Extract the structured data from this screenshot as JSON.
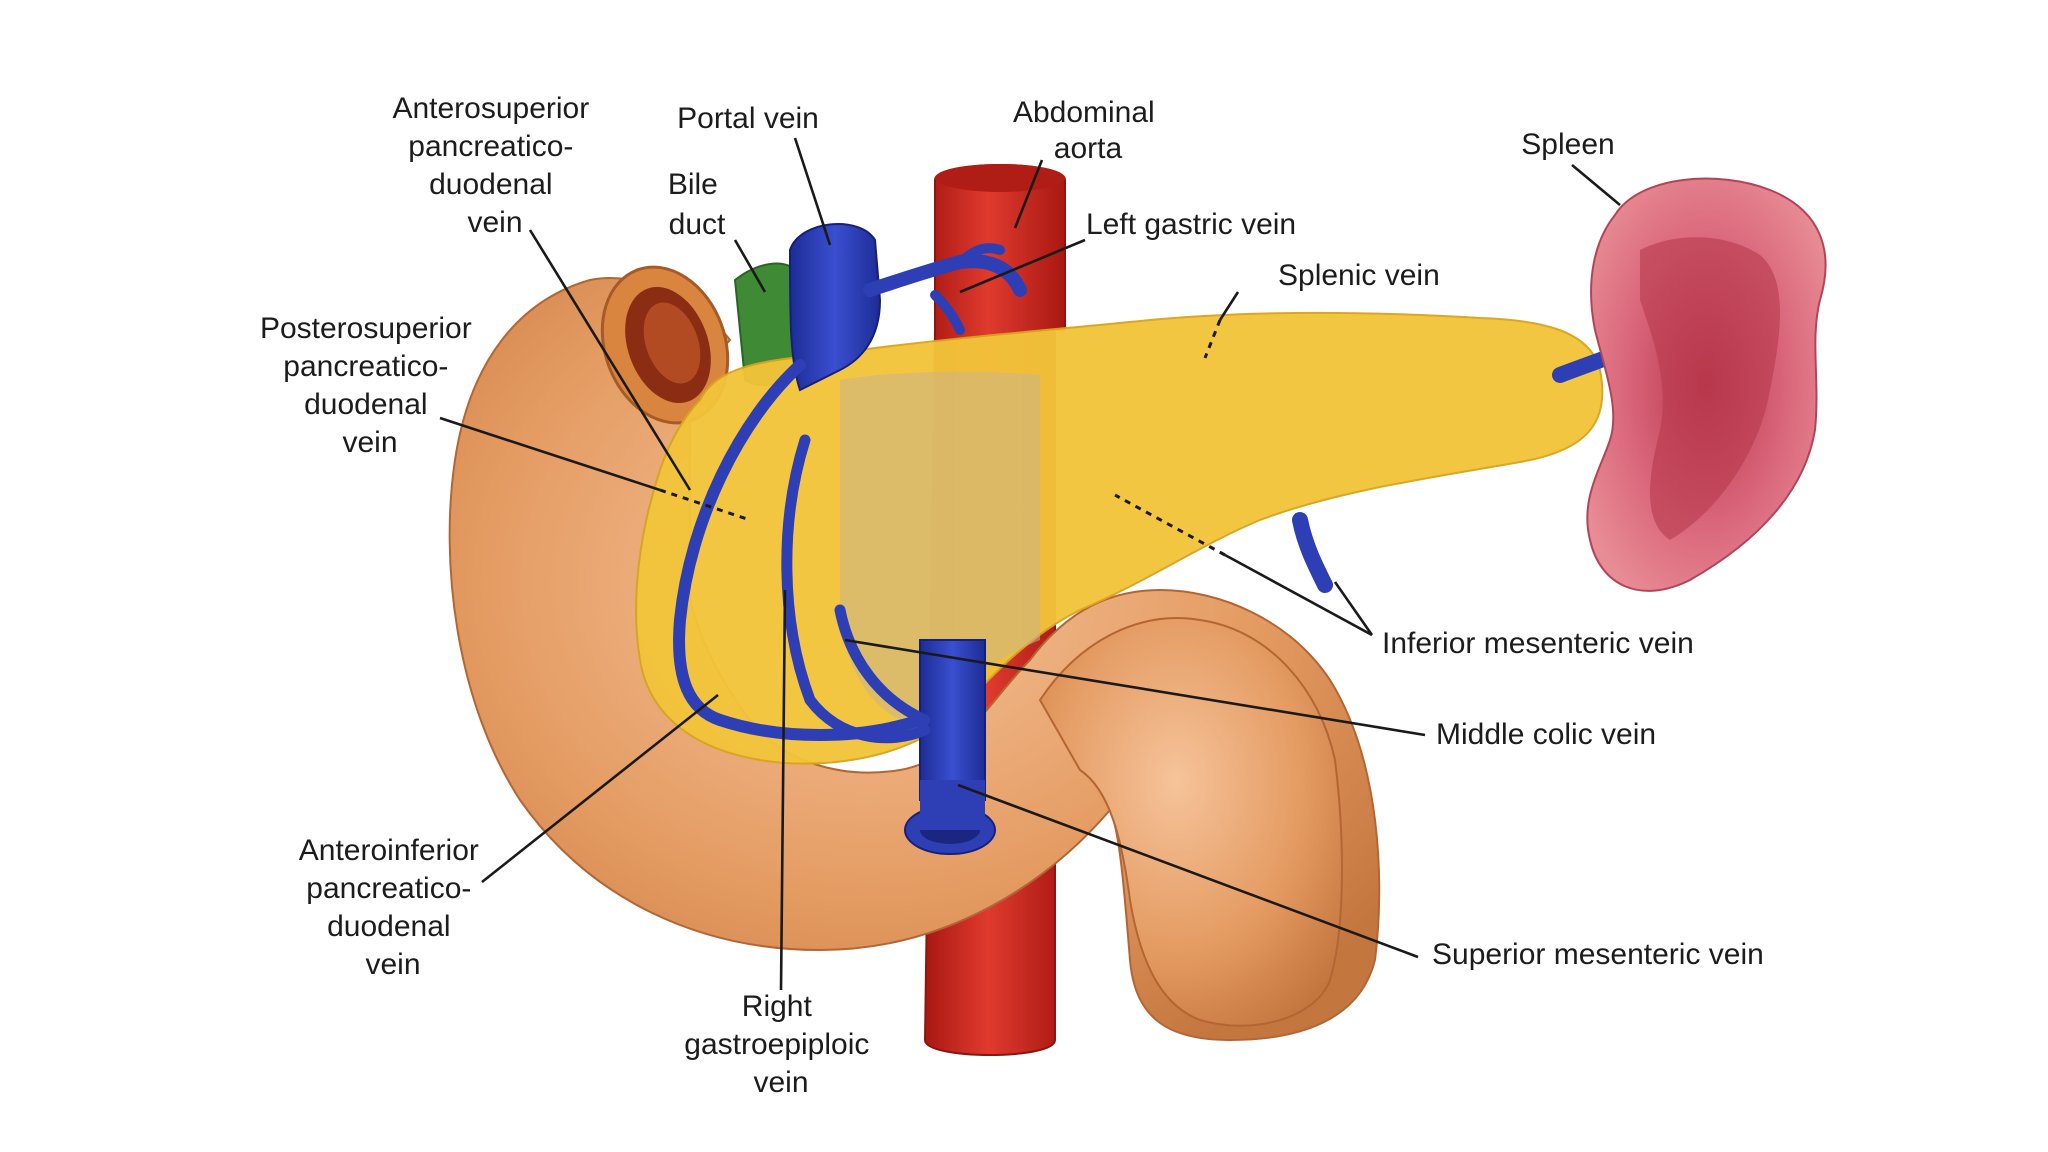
{
  "labels": {
    "anterosuperior": [
      "Anterosuperior",
      "pancreatico-",
      "duodenal",
      "vein"
    ],
    "portal_vein": [
      "Portal vein"
    ],
    "abdominal_aorta": [
      "Abdominal",
      "aorta"
    ],
    "spleen": [
      "Spleen"
    ],
    "bile_duct": [
      "Bile",
      "duct"
    ],
    "left_gastric_vein": [
      "Left gastric vein"
    ],
    "splenic_vein": [
      "Splenic vein"
    ],
    "posterosuperior": [
      "Posterosuperior",
      "pancreatico-",
      "duodenal",
      "vein"
    ],
    "inferior_mesenteric_vein": [
      "Inferior mesenteric vein"
    ],
    "middle_colic_vein": [
      "Middle colic vein"
    ],
    "anteroinferior": [
      "Anteroinferior",
      "pancreatico-",
      "duodenal",
      "vein"
    ],
    "superior_mesenteric_vein": [
      "Superior mesenteric vein"
    ],
    "right_gastroepiploic": [
      "Right",
      "gastroepiploic",
      "vein"
    ]
  },
  "colors": {
    "vein": "#2e3fb5",
    "aorta": "#c8241c",
    "pancreas": "#f3c43a",
    "duodenum": "#e4a06a",
    "spleen": "#d96874",
    "bile_duct": "#3f8a34"
  }
}
